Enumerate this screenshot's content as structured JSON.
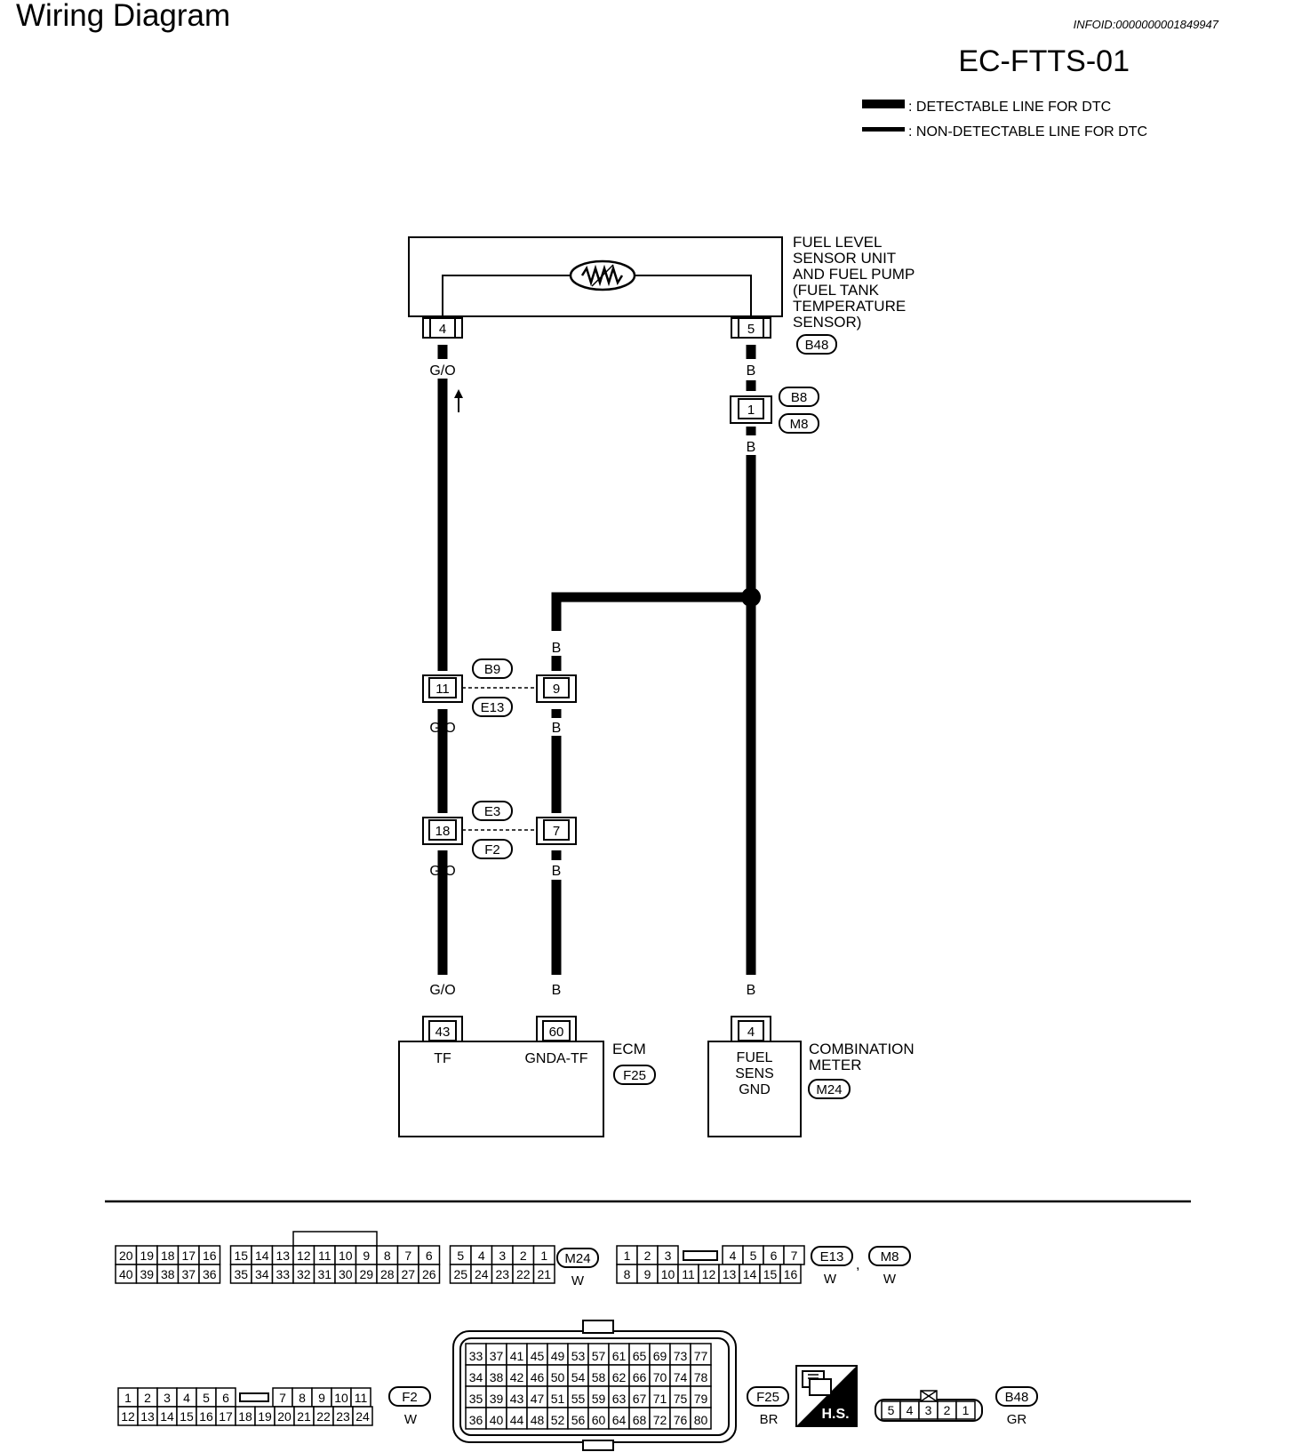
{
  "header": {
    "title": "Wiring Diagram",
    "info_id": "INFOID:0000000001849947",
    "diagram_code": "EC-FTTS-01",
    "legend": [
      {
        "label": ": DETECTABLE LINE FOR DTC"
      },
      {
        "label": ": NON-DETECTABLE LINE FOR DTC"
      }
    ]
  },
  "sensor": {
    "label_lines": [
      "FUEL LEVEL",
      "SENSOR UNIT",
      "AND FUEL PUMP",
      "(FUEL TANK",
      "TEMPERATURE",
      "SENSOR)"
    ],
    "connector": "B48",
    "pin_left": "4",
    "pin_right": "5"
  },
  "wires": {
    "go": "G/O",
    "b": "B"
  },
  "joints": {
    "b8": {
      "pin": "1",
      "top": "B8",
      "bottom": "M8"
    },
    "b9": {
      "left_pin": "11",
      "right_pin": "9",
      "top": "B9",
      "bottom": "E13"
    },
    "e3": {
      "left_pin": "18",
      "right_pin": "7",
      "top": "E3",
      "bottom": "F2"
    }
  },
  "ecm": {
    "title": "ECM",
    "connector": "F25",
    "pin_tf": "43",
    "pin_gnd": "60",
    "term_tf": "TF",
    "term_gnd": "GNDA-TF"
  },
  "meter": {
    "label_lines": [
      "COMBINATION",
      "METER"
    ],
    "connector": "M24",
    "pin": "4",
    "term_lines": [
      "FUEL",
      "SENS",
      "GND"
    ]
  },
  "connector_views": {
    "m24": {
      "name": "M24",
      "color": "W",
      "top_row": [
        "20",
        "19",
        "18",
        "17",
        "16",
        "",
        "15",
        "14",
        "13",
        "12",
        "11",
        "10",
        "9",
        "8",
        "7",
        "6",
        "",
        "5",
        "4",
        "3",
        "2",
        "1"
      ],
      "bottom_row": [
        "40",
        "39",
        "38",
        "37",
        "36",
        "",
        "35",
        "34",
        "33",
        "32",
        "31",
        "30",
        "29",
        "28",
        "27",
        "26",
        "",
        "25",
        "24",
        "23",
        "22",
        "21"
      ]
    },
    "e13_m8": {
      "names": [
        "E13",
        "M8"
      ],
      "separator": ",",
      "colors": [
        "W",
        "W"
      ],
      "top_row": [
        "1",
        "2",
        "3",
        "",
        "4",
        "5",
        "6",
        "7"
      ],
      "bottom_row": [
        "8",
        "9",
        "10",
        "11",
        "12",
        "13",
        "14",
        "15",
        "16"
      ]
    },
    "f2": {
      "name": "F2",
      "color": "W",
      "top_row": [
        "1",
        "2",
        "3",
        "4",
        "5",
        "6",
        "",
        "7",
        "8",
        "9",
        "10",
        "11"
      ],
      "bottom_row": [
        "12",
        "13",
        "14",
        "15",
        "16",
        "17",
        "18",
        "19",
        "20",
        "21",
        "22",
        "23",
        "24"
      ]
    },
    "f25": {
      "name": "F25",
      "color": "BR",
      "rows": [
        [
          "33",
          "37",
          "41",
          "45",
          "49",
          "53",
          "57",
          "61",
          "65",
          "69",
          "73",
          "77"
        ],
        [
          "34",
          "38",
          "42",
          "46",
          "50",
          "54",
          "58",
          "62",
          "66",
          "70",
          "74",
          "78"
        ],
        [
          "35",
          "39",
          "43",
          "47",
          "51",
          "55",
          "59",
          "63",
          "67",
          "71",
          "75",
          "79"
        ],
        [
          "36",
          "40",
          "44",
          "48",
          "52",
          "56",
          "60",
          "64",
          "68",
          "72",
          "76",
          "80"
        ]
      ]
    },
    "hs": {
      "label": "H.S."
    },
    "b48": {
      "name": "B48",
      "color": "GR",
      "pins": [
        "5",
        "4",
        "3",
        "2",
        "1"
      ]
    }
  }
}
